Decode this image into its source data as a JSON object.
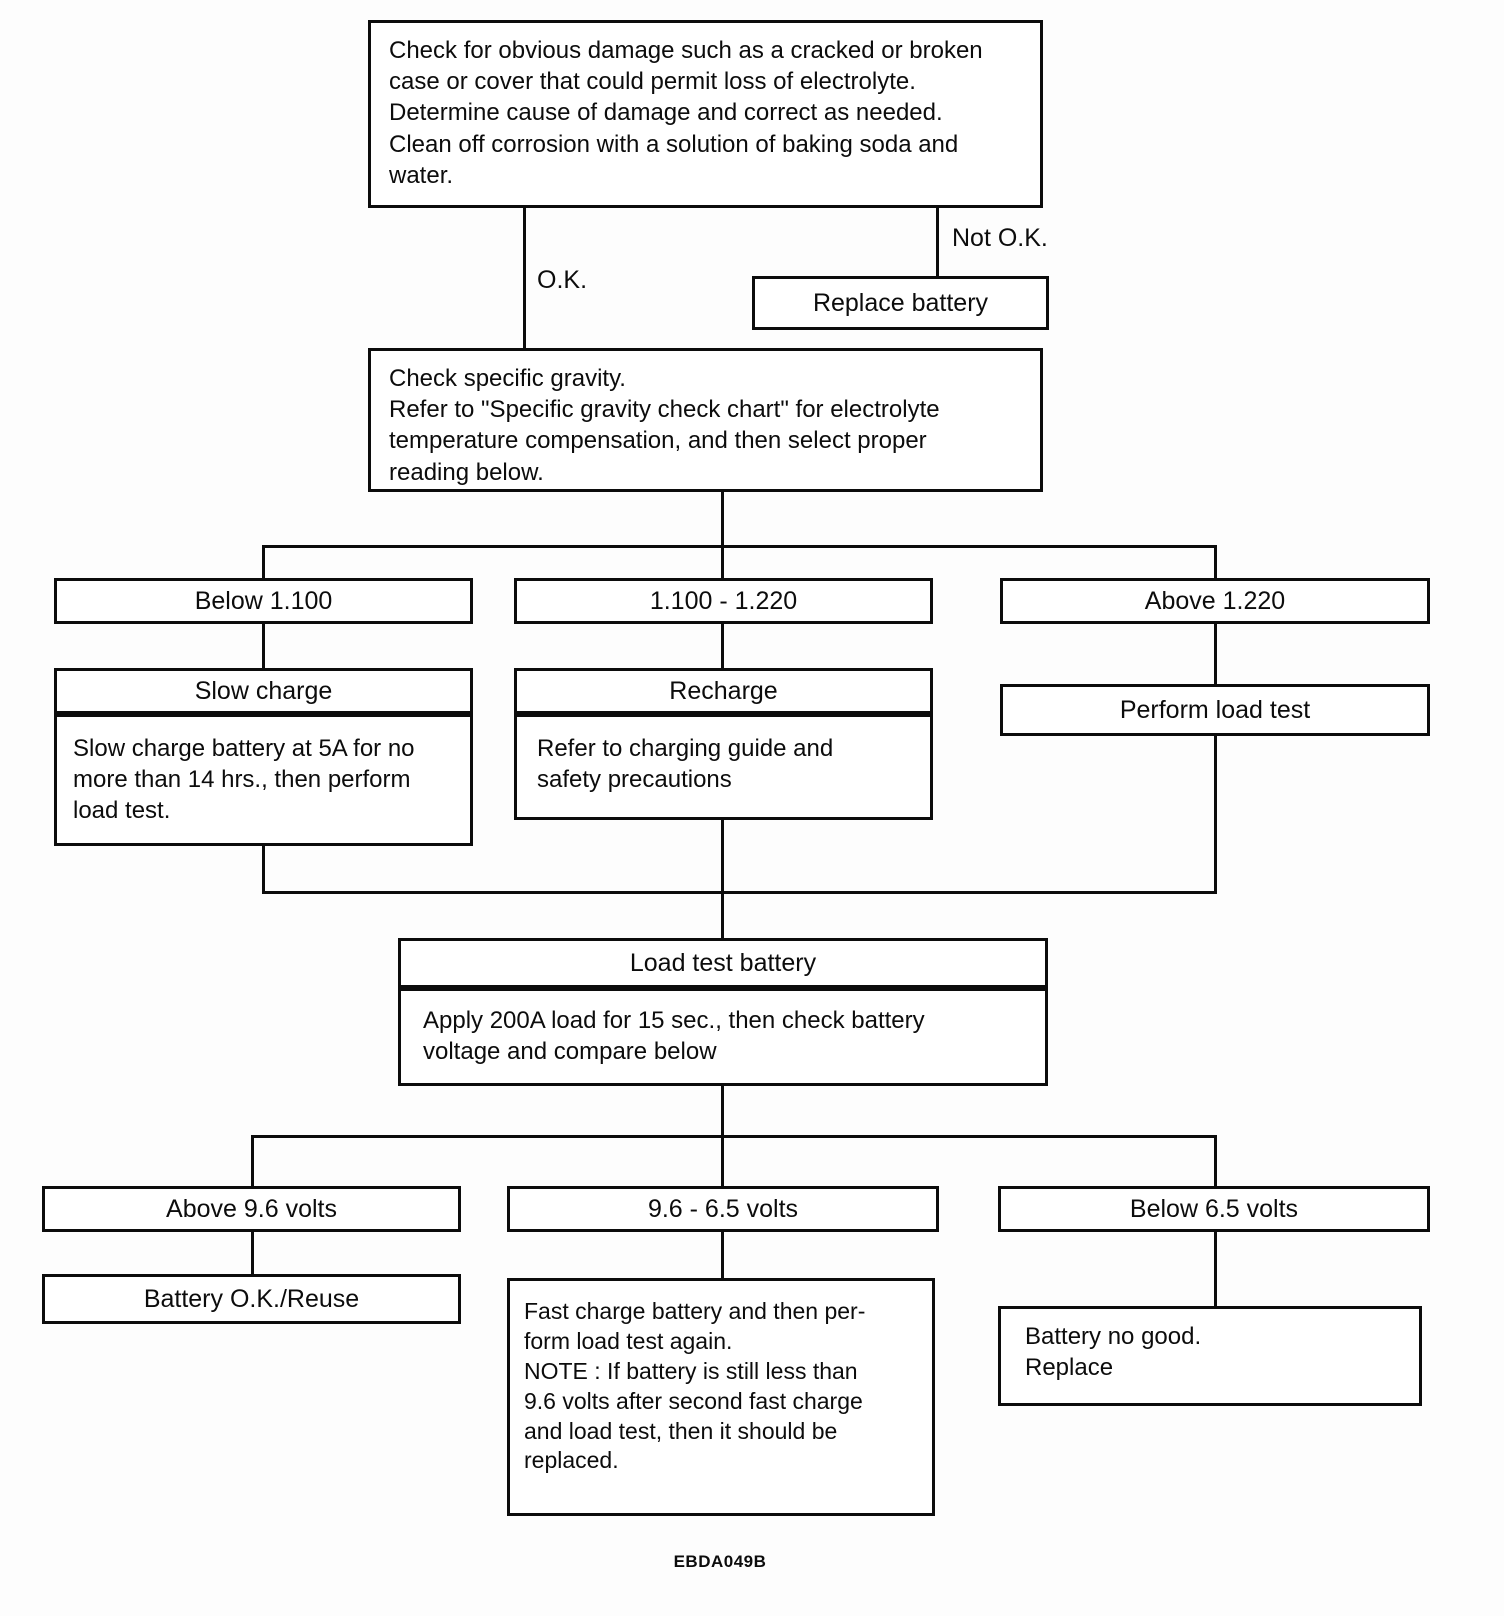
{
  "figure": {
    "code": "EBDA049B"
  },
  "colors": {
    "line": "#0c0c0c",
    "background": "#ffffff",
    "text": "#0c0c0c"
  },
  "flowchart": {
    "check_damage": {
      "text": "Check for obvious damage such as a cracked or broken\ncase or cover that could permit loss of electrolyte.\nDetermine cause of damage and correct as needed.\nClean off corrosion with a solution of baking soda and\nwater."
    },
    "damage_branch": {
      "ok_label": "O.K.",
      "not_ok_label": "Not O.K."
    },
    "replace_battery": {
      "label": "Replace battery"
    },
    "check_gravity": {
      "text": "Check specific gravity.\nRefer to \"Specific gravity check chart\" for electrolyte\ntemperature compensation, and then select proper\nreading below."
    },
    "gravity_branches": [
      {
        "condition": "Below 1.100",
        "action": "Slow charge",
        "detail": "Slow charge battery at 5A for no\nmore than 14 hrs., then perform\nload test."
      },
      {
        "condition": "1.100 - 1.220",
        "action": "Recharge",
        "detail": "Refer to charging guide and\nsafety precautions"
      },
      {
        "condition": "Above 1.220",
        "action": "Perform load test",
        "detail": ""
      }
    ],
    "load_test": {
      "title": "Load test battery",
      "detail": "Apply 200A load for 15 sec., then check battery\nvoltage and compare below"
    },
    "voltage_branches": [
      {
        "condition": "Above 9.6 volts",
        "result": "Battery O.K./Reuse"
      },
      {
        "condition": "9.6 - 6.5 volts",
        "result": "Fast charge battery and then per-\nform load test again.\nNOTE : If battery is still less than\n9.6 volts after second fast charge\nand load test, then it should be\nreplaced."
      },
      {
        "condition": "Below 6.5 volts",
        "result": "Battery no good.\nReplace"
      }
    ]
  }
}
